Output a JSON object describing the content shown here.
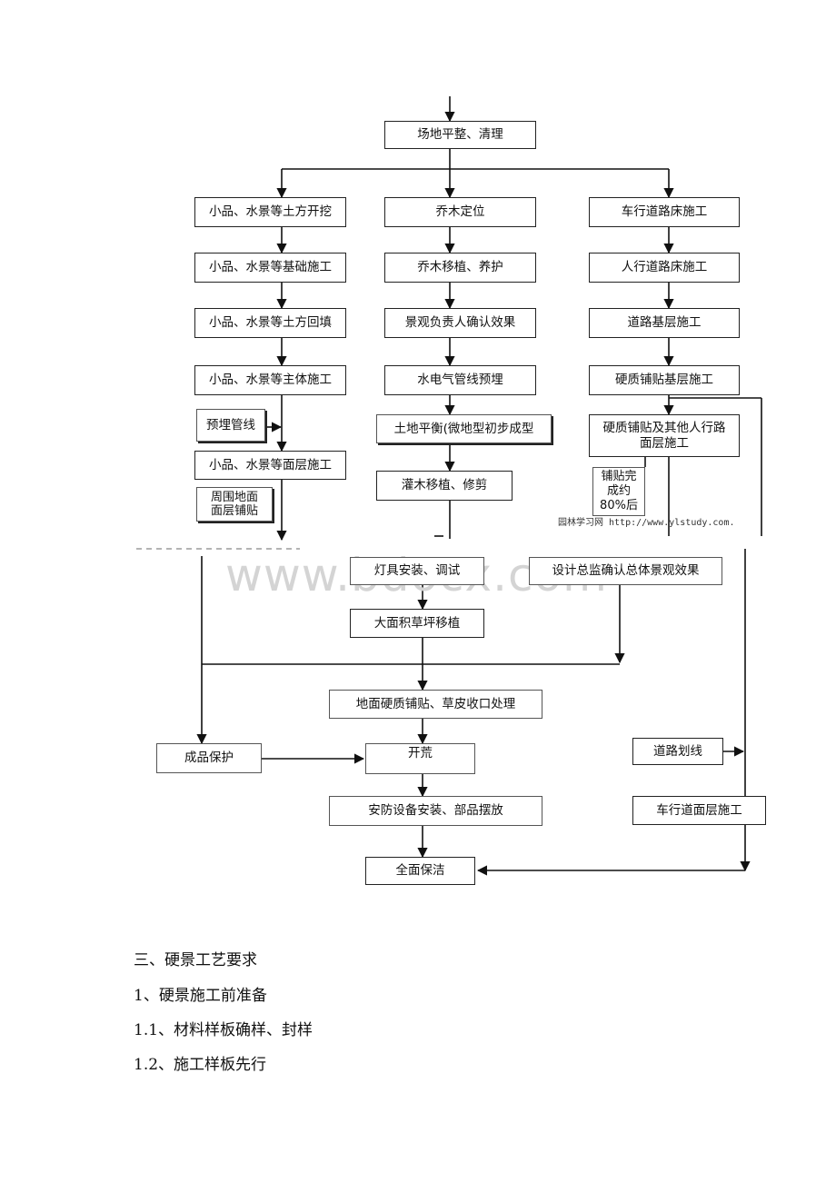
{
  "diagram": {
    "nodes": {
      "site_leveling": "场地平整、清理",
      "a1": "小品、水景等土方开挖",
      "a2": "小品、水景等基础施工",
      "a3": "小品、水景等土方回填",
      "a4": "小品、水景等主体施工",
      "a_pipe": "预埋管线",
      "a5": "小品、水景等面层施工",
      "a_ground": "周围地面\n面层铺贴",
      "b1": "乔木定位",
      "b2": "乔木移植、养护",
      "b3": "景观负责人确认效果",
      "b4": "水电气管线预埋",
      "b5": "土地平衡(微地型初步成型",
      "b6": "灌木移植、修剪",
      "c1": "车行道路床施工",
      "c2": "人行道路床施工",
      "c3": "道路基层施工",
      "c4": "硬质铺贴基层施工",
      "c5": "硬质铺贴及其他人行路\n面层施工",
      "c6": "铺贴完\n成约\n80%后",
      "lighting": "灯具安装、调试",
      "supervisor": "设计总监确认总体景观效果",
      "lawn": "大面积草坪移植",
      "hard_paving": "地面硬质铺贴、草皮收口处理",
      "protection": "成品保护",
      "opening": "开荒",
      "road_marking": "道路划线",
      "security": "安防设备安装、部品摆放",
      "road_surface": "车行道面层施工",
      "cleaning": "全面保洁"
    },
    "watermark": "www.bdocx.com",
    "credit": "园林学习网 http://www.ylstudy.com."
  },
  "text": {
    "section_heading": "三、硬景工艺要求",
    "item_1": "1、硬景施工前准备",
    "item_1_1": "1.1、材料样板确样、封样",
    "item_1_2": "1.2、施工样板先行"
  }
}
